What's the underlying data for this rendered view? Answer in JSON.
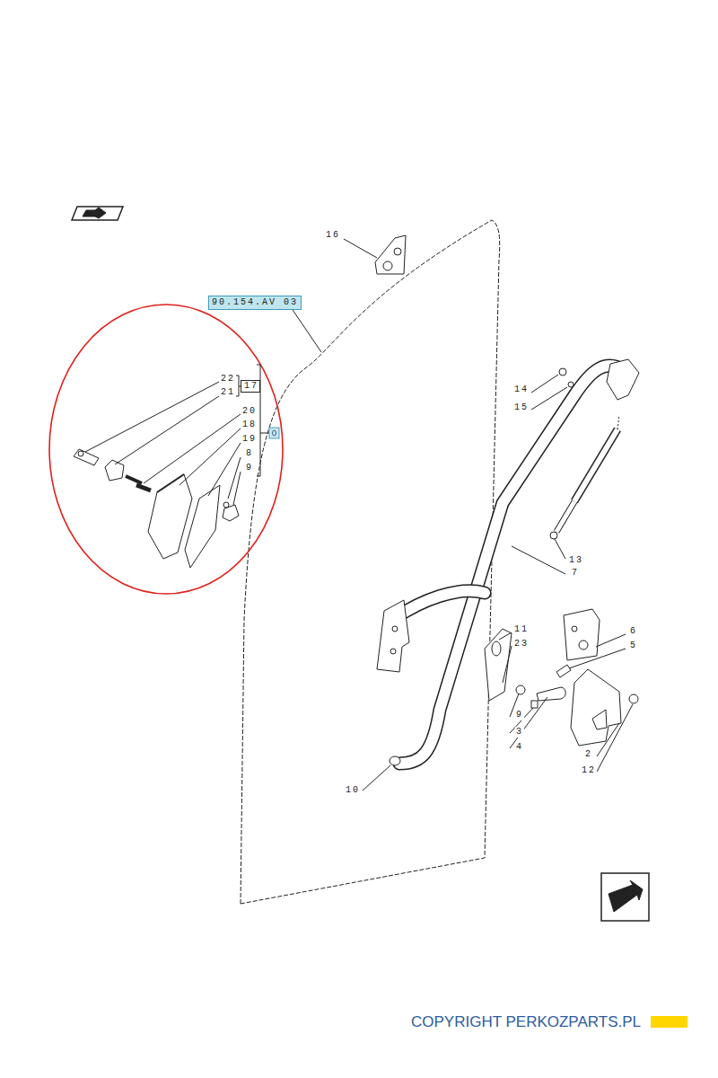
{
  "diagram": {
    "nodes": [
      {
        "text": [
          "90.154.AV 03"
        ]
      },
      {
        "text": [
          "17"
        ]
      }
    ],
    "labels": [
      "16",
      "22",
      "21",
      "20",
      "18",
      "19",
      "8",
      "9",
      "14",
      "15",
      "13",
      "7",
      "11",
      "23",
      "6",
      "5",
      "9",
      "3",
      "4",
      "2",
      "12",
      "10",
      "COPYRIGHT PERKOZPARTS.PL"
    ]
  }
}
